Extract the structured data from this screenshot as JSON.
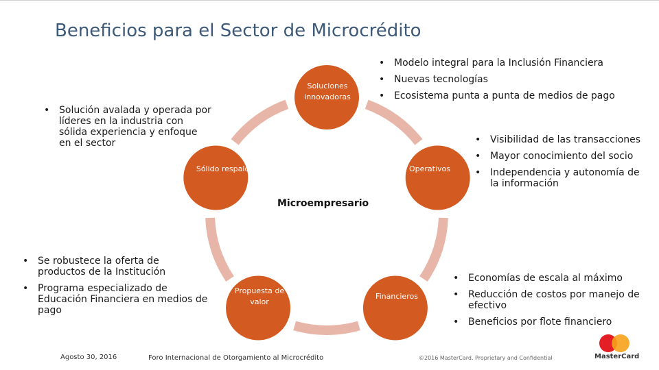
{
  "title": "Beneficios para el Sector de Microcrédito",
  "center": "Microempresario",
  "nodes": [
    {
      "label": "Soluciones innovadoras"
    },
    {
      "label": "Operativos"
    },
    {
      "label": "Financieros"
    },
    {
      "label": "Propuesta de valor"
    },
    {
      "label": "Sólido respaldo"
    }
  ],
  "bullets": {
    "innovadoras": [
      "Modelo integral para la Inclusión Financiera",
      "Nuevas tecnologías",
      "Ecosistema punta a punta de medios de pago"
    ],
    "respaldo": [
      "Solución avalada y operada por líderes en la industria con sólida experiencia y enfoque en el sector"
    ],
    "operativos": [
      "Visibilidad de las transacciones",
      "Mayor conocimiento del socio",
      "Independencia y autonomía de la información"
    ],
    "propuesta": [
      "Se robustece la oferta de productos de la Institución",
      "Programa especializado de Educación Financiera en medios de pago"
    ],
    "financieros": [
      "Economías de escala al máximo",
      "Reducción de costos por manejo de efectivo",
      "Beneficios por flote financiero"
    ]
  },
  "footer": {
    "date": "Agosto 30, 2016",
    "event": "Foro Internacional de Otorgamiento al Microcrédito",
    "copyright": "©2016 MasterCard. Proprietary and Confidential",
    "brand": "MasterCard"
  },
  "colors": {
    "node": "#d35a21",
    "ring": "#e8b6a8",
    "title": "#3d5a78",
    "logo_red": "#e31e24",
    "logo_yellow": "#f7a21b"
  }
}
